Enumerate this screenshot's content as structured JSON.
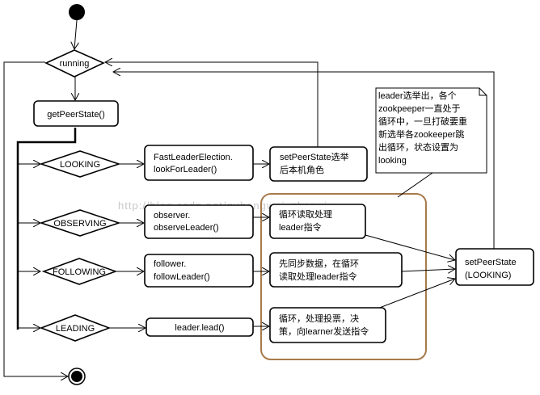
{
  "watermark": "http://blog.csdn.net/quhongwei_zhanqiu",
  "decisions": {
    "running": "running",
    "looking": "LOOKING",
    "observing": "OBSERVING",
    "following": "FOLLOWING",
    "leading": "LEADING"
  },
  "actions": {
    "get_peer_state": "getPeerState()",
    "fast_leader_election": [
      "FastLeaderElection.",
      "lookForLeader()"
    ],
    "observer": [
      "observer.",
      "observeLeader()"
    ],
    "follower": [
      "follower.",
      "followLeader()"
    ],
    "leader_lead": "leader.lead()",
    "set_peer_state_role": [
      "setPeerState选举",
      "后本机角色"
    ],
    "observer_loop": [
      "循环读取处理",
      "leader指令"
    ],
    "follower_loop": [
      "先同步数据，在循环",
      "读取处理leader指令"
    ],
    "leader_loop": [
      "循环，处理投票，决",
      "策，向learner发送指令"
    ],
    "set_peer_state_looking": [
      "setPeerState",
      "(LOOKING)"
    ]
  },
  "note": [
    "leader选举出，各个",
    "zookpeeper一直处于",
    "循环中，一旦打破要重",
    "新选举各zookeeper跳",
    "出循环，状态设置为",
    "looking"
  ],
  "colors": {
    "group_border": "#a87a4a",
    "stroke": "#000000",
    "watermark": "#c8c8c8"
  }
}
